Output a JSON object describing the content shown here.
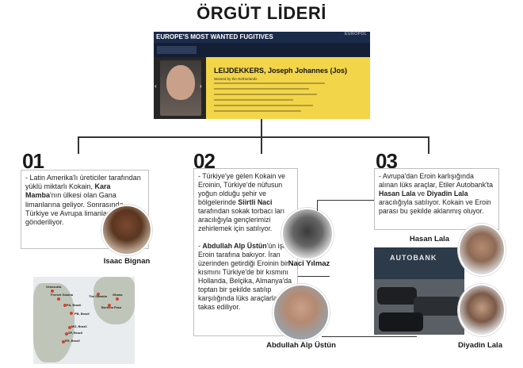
{
  "title": "ÖRGÜT LİDERİ",
  "europol": {
    "header": "EUROPE'S MOST WANTED FUGITIVES",
    "logo": "EUROPOL",
    "name": "LEIJDEKKERS, Joseph Johannes (Jos)",
    "sub": "Wanted by the Netherlands"
  },
  "sections": {
    "s1": {
      "number": "01",
      "t1": "- Latin Amerika'lı üreticiler tarafından yüklü miktarlı Kokain, ",
      "b1": "Kara Mamba",
      "t2": "'nın ülkesi olan Gana limanlarına geliyor. Sonrasında Türkiye ve Avrupa limanlarına gönderiliyor.",
      "person": "Isaac Bignan",
      "map_labels": [
        "Venezuela",
        "French Guiana",
        "PA, Brazil",
        "The Gambia",
        "Burkina Faso",
        "Ghana",
        "PB, Brazil",
        "MG, Brazil",
        "SP, Brazil",
        "RS, Brazil"
      ]
    },
    "s2": {
      "number": "02",
      "t1": "- Türkiye'ye gelen Kokain ve Eroinin, Türkiye'de nüfusun yoğun olduğu şehir ve bölgelerinde ",
      "b1": "Siirtli Naci",
      "t2": " tarafından sokak torbacı ları aracılığıyla gençlerimizi zehirlemek için satılıyor.",
      "t3": "- ",
      "b2": "Abdullah Alp Üstün",
      "t4": "'ün işin Eroin tarafına bakıyor. İran üzerinden getirdiği Eroinin bir kısmını Türkiye'de bir kısmını Hollanda, Belçika, Almanya'da toptan bir şekilde satılıp karşılığında lüks araçlarla takas ediliyor.",
      "person1": "Naci Yılmaz",
      "person2": "Abdullah Alp Üstün"
    },
    "s3": {
      "number": "03",
      "t1": "- Avrupa'dan Eroin karlışığında alınan lüks araçlar, Etiler Autobank'ta ",
      "b1": "Hasan Lala",
      "t2": " ve ",
      "b2": "Diyadin Lala",
      "t3": " aracılığıyla satılıyor. Kokain ve Eroin parası bu şekilde aklanmış oluyor.",
      "person1": "Hasan Lala",
      "person2": "Diyadin Lala",
      "sign": "AUTOBANK"
    }
  },
  "colors": {
    "banner": "#f3d54a",
    "banner_dark": "#1a2b4a",
    "line": "#333333"
  }
}
